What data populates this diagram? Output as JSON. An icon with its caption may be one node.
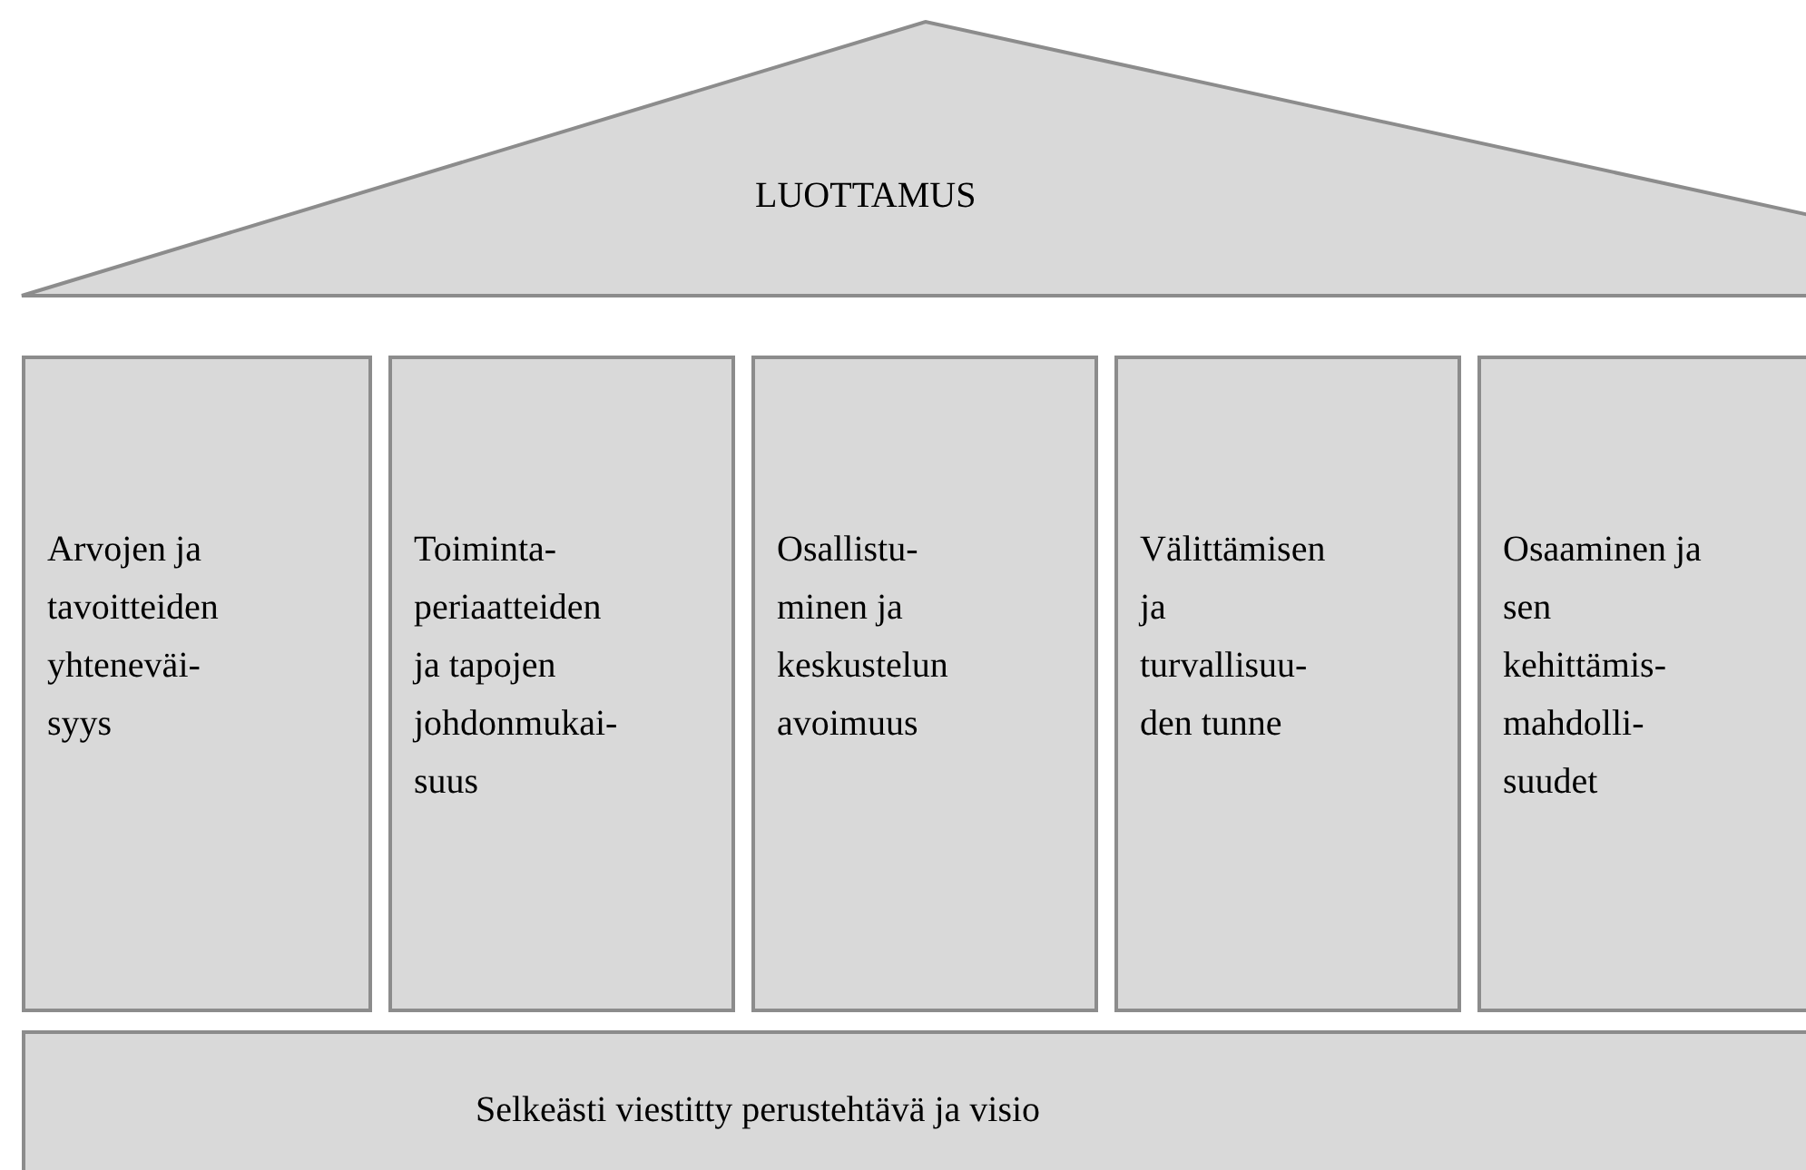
{
  "diagram": {
    "nodes": [
      {
        "text": [
          "LUOTTAMUS"
        ]
      },
      {
        "text": [
          "Arvojen ja tavoitteiden yhteneväi- syys"
        ]
      },
      {
        "text": [
          "Toiminta- periaatteiden ja tapojen johdonmukai- suus"
        ]
      },
      {
        "text": [
          "Osallistu- minen ja keskustelun avoimuus"
        ]
      },
      {
        "text": [
          "Välittämisen ja turvallisuu- den tunne"
        ]
      },
      {
        "text": [
          "Osaaminen ja sen kehittämis- mahdolli- suudet"
        ]
      },
      {
        "text": [
          "Selkeästi viestitty perustehtävä ja visio"
        ]
      }
    ]
  }
}
